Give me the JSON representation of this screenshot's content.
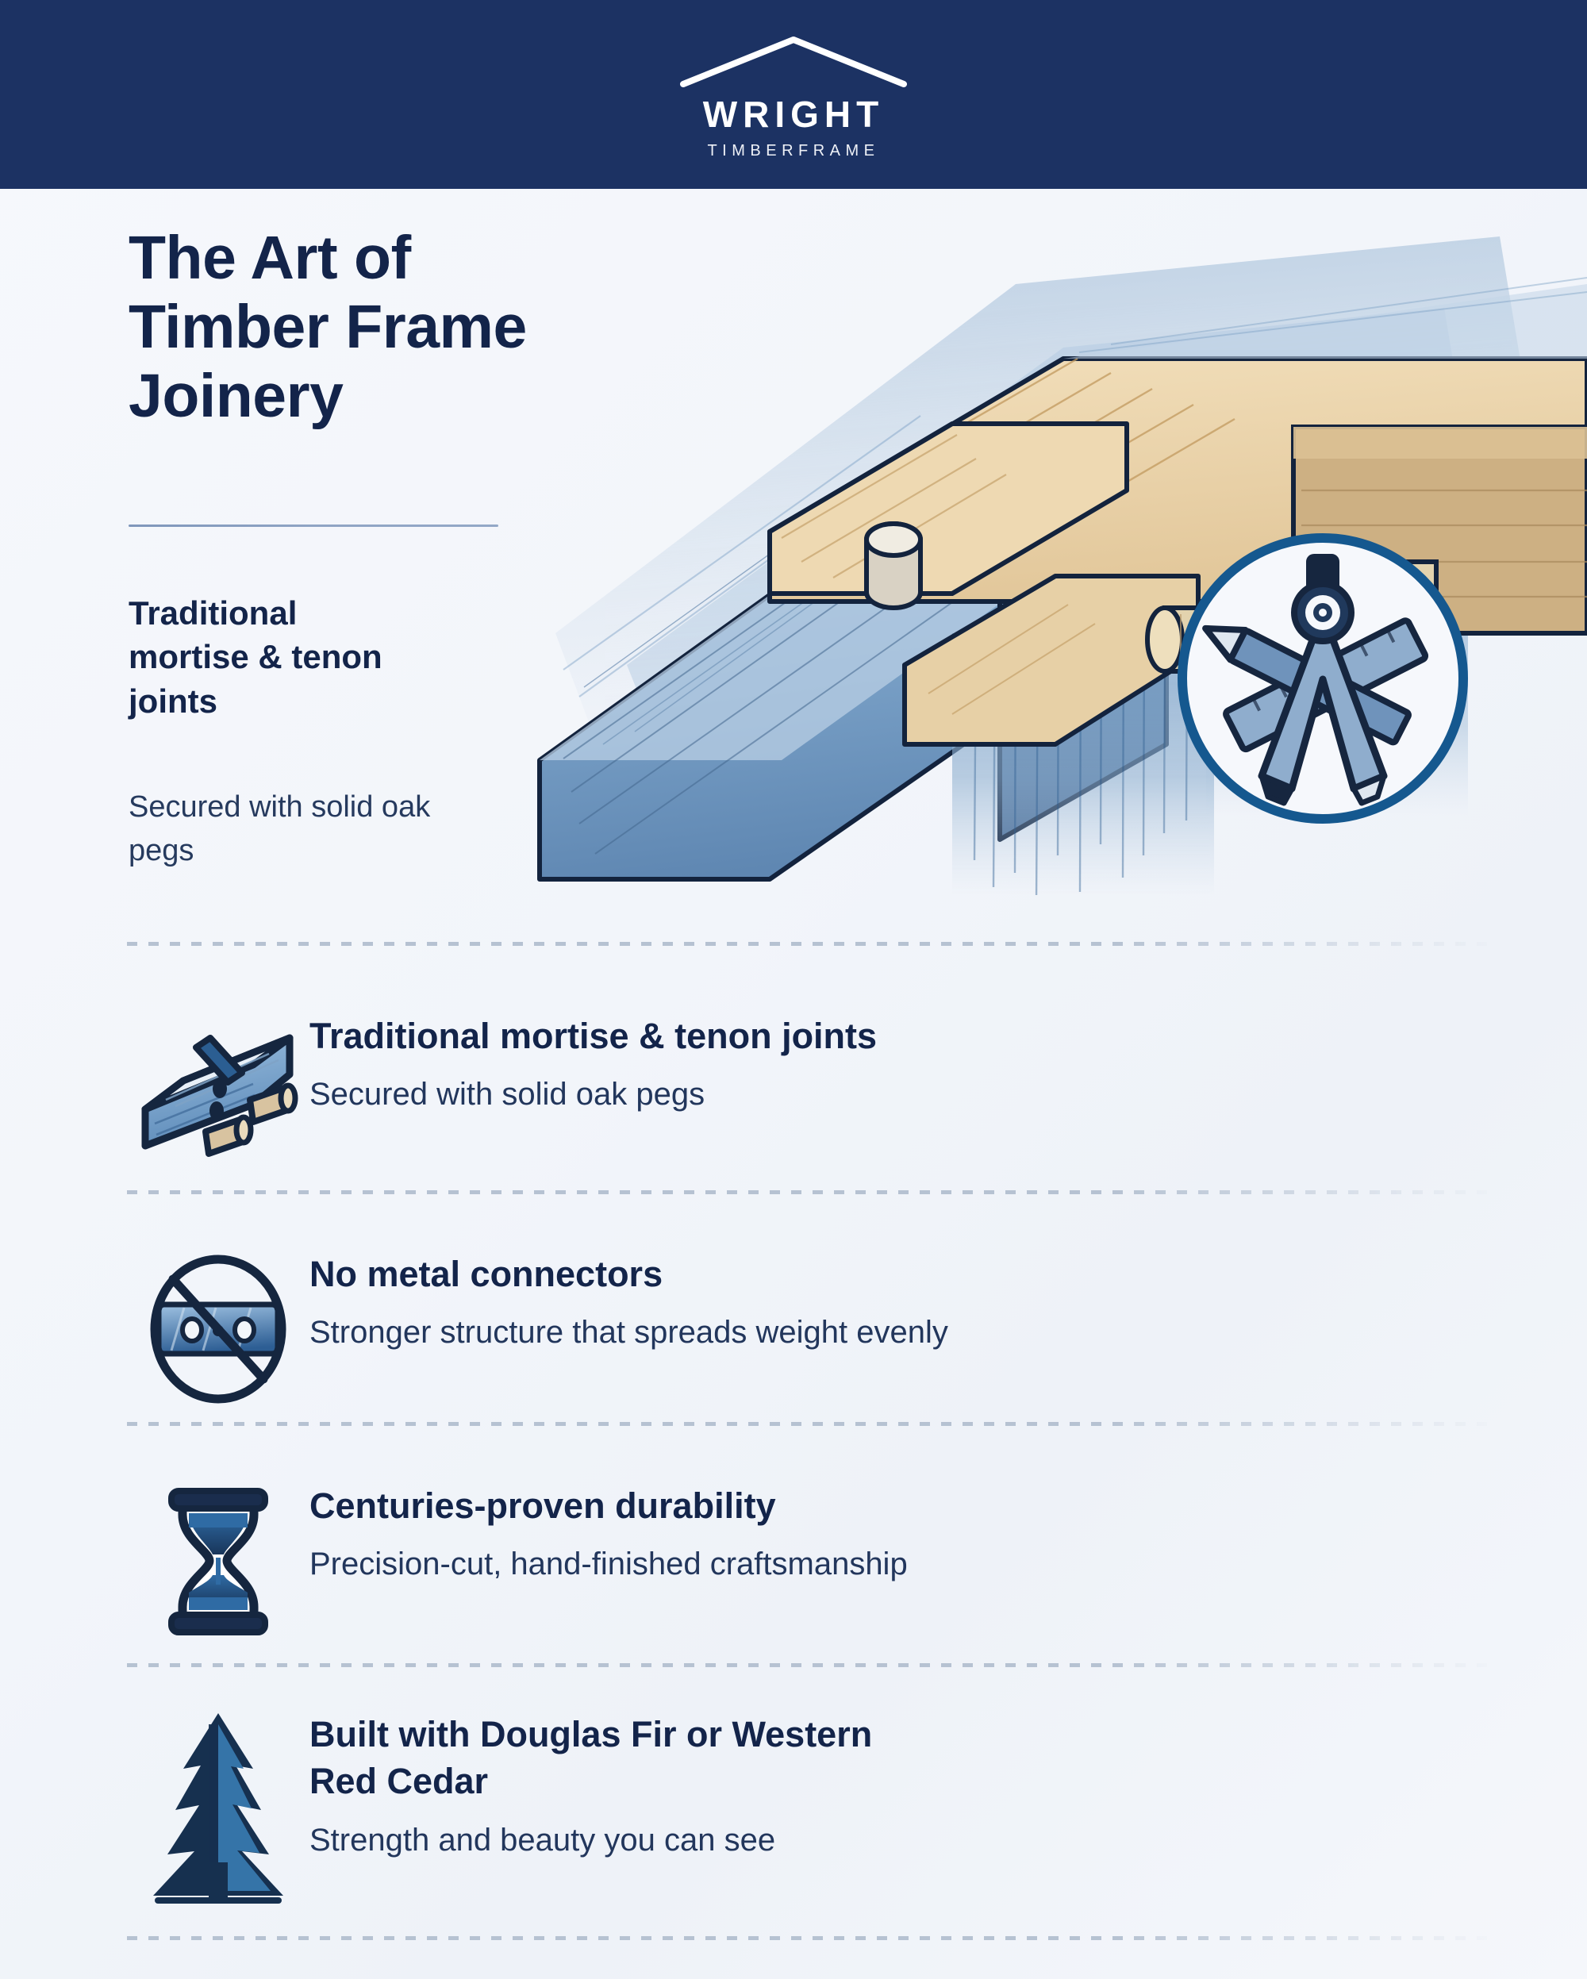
{
  "header": {
    "brand_name": "WRIGHT",
    "brand_sub": "TIMBERFRAME",
    "bg_color": "#1c3263",
    "roof_icon": "house-roof-icon"
  },
  "hero": {
    "title": "The Art of\nTimber Frame\nJoinery",
    "lead_heading": "Traditional\nmortise & tenon\njoints",
    "lead_subtext": "Secured with solid oak\npegs",
    "illustration": "timber-mortise-tenon-joint-illustration",
    "badge_icon": "compass-ruler-pencil-icon"
  },
  "colors": {
    "navy": "#1c3263",
    "deep_navy": "#13244a",
    "accent_blue": "#1b5b8f",
    "wood_light": "#e8d2a8",
    "wash_blue": "#6e9ac4",
    "separator": "#b6c2d2",
    "page_bg": "#f4f6fa"
  },
  "features": [
    {
      "icon": "mortise-tenon-beam-icon",
      "title": "Traditional mortise & tenon joints",
      "desc": "Secured with solid oak pegs"
    },
    {
      "icon": "no-metal-connector-icon",
      "title": "No metal connectors",
      "desc": "Stronger structure that spreads weight evenly"
    },
    {
      "icon": "hourglass-icon",
      "title": "Centuries-proven durability",
      "desc": "Precision-cut, hand-finished craftsmanship"
    },
    {
      "icon": "conifer-tree-icon",
      "title": "Built with Douglas Fir or Western Red Cedar",
      "desc": "Strength and beauty you can see"
    }
  ]
}
